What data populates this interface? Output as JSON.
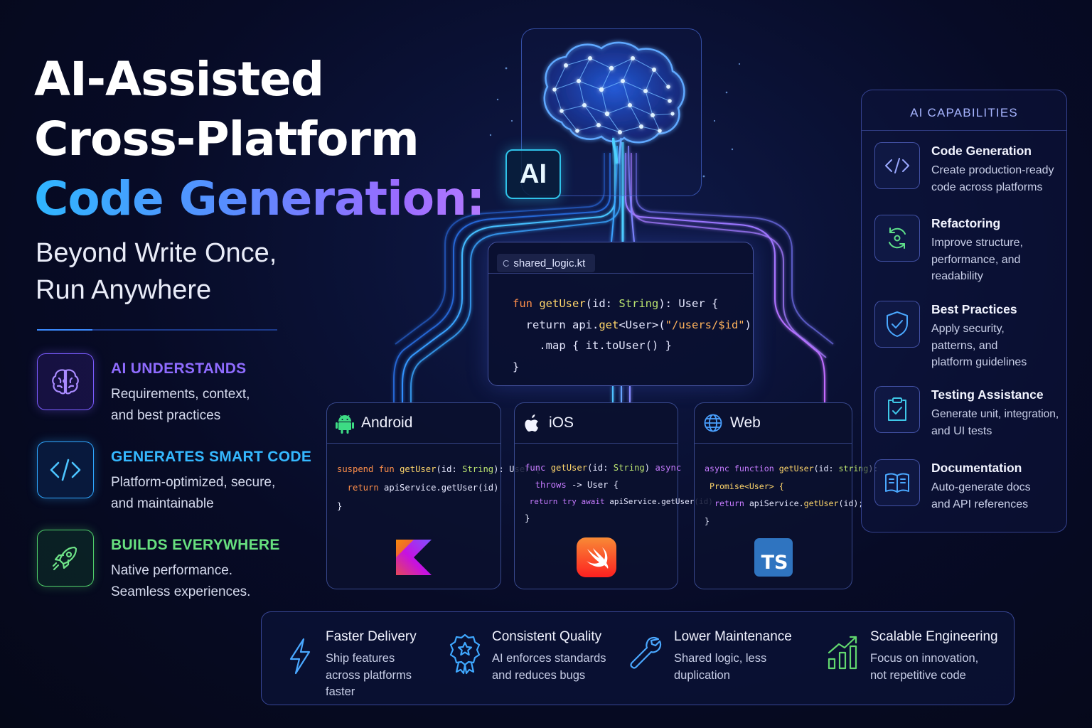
{
  "hero": {
    "title_line1": "AI-Assisted",
    "title_line2": "Cross-Platform",
    "title_line3": "Code Generation:",
    "subtitle_line1": "Beyond Write Once,",
    "subtitle_line2": "Run Anywhere"
  },
  "pillars": [
    {
      "title": "AI UNDERSTANDS",
      "line1": "Requirements, context,",
      "line2": "and best practices",
      "color": "#8f6cff",
      "icon": "brain-icon"
    },
    {
      "title": "GENERATES SMART CODE",
      "line1": "Platform-optimized, secure,",
      "line2": "and maintainable",
      "color": "#35b8ff",
      "icon": "code-icon"
    },
    {
      "title": "BUILDS EVERYWHERE",
      "line1": "Native performance.",
      "line2": "Seamless experiences.",
      "color": "#67e07f",
      "icon": "rocket-icon"
    }
  ],
  "ai_badge": "AI",
  "shared": {
    "filename": "shared_logic.kt",
    "tab_glyph": "C",
    "code": {
      "l1_kw": "fun ",
      "l1_fn": "getUser",
      "l1_a": "(id: ",
      "l1_ty": "String",
      "l1_b": "): User {",
      "l2_a": "  return api.",
      "l2_fn": "get",
      "l2_b": "<User>(",
      "l2_str": "\"/users/$id\"",
      "l2_c": ")",
      "l3": "    .map { it.toUser() }",
      "l4": "}"
    }
  },
  "platforms": {
    "android": {
      "name": "Android",
      "icon": "android-icon",
      "logo": "kotlin-logo",
      "l1_kw": "suspend fun ",
      "l1_fn": "getUser",
      "l1_a": "(id: ",
      "l1_ty": "String",
      "l1_b": "): User {",
      "l2_kw": "  return ",
      "l2_a": "apiService.getUser(id)",
      "l3": "}"
    },
    "ios": {
      "name": "iOS",
      "icon": "apple-icon",
      "logo": "swift-logo",
      "l1_kw": "func ",
      "l1_fn": "getUser",
      "l1_a": "(id: ",
      "l1_ty": "String",
      "l1_b": ") ",
      "l1_kw2": "async",
      "l2_kw": "  throws",
      "l2_a": " -> User {",
      "l3_kw": " return try await ",
      "l3_a": "apiService.getUser(id)",
      "l4": "}"
    },
    "web": {
      "name": "Web",
      "icon": "globe-icon",
      "logo": "typescript-logo",
      "logo_text": "TS",
      "l1_kw": "async function ",
      "l1_fn": "getUser",
      "l1_a": "(id: ",
      "l1_ty": "string",
      "l1_b": "):",
      "l2_a": " Promise<User> {",
      "l3_kw": "  return ",
      "l3_a": "apiService.",
      "l3_fn": "getUser",
      "l3_b": "(id);",
      "l4": "}"
    }
  },
  "capabilities": {
    "heading": "AI CAPABILITIES",
    "items": [
      {
        "title": "Code Generation",
        "lines": [
          "Create production-ready",
          "code across platforms"
        ],
        "icon": "code-icon"
      },
      {
        "title": "Refactoring",
        "lines": [
          "Improve structure,",
          "performance, and",
          "readability"
        ],
        "icon": "refresh-icon"
      },
      {
        "title": "Best Practices",
        "lines": [
          "Apply security,",
          "patterns, and",
          "platform guidelines"
        ],
        "icon": "shield-check-icon"
      },
      {
        "title": "Testing Assistance",
        "lines": [
          "Generate unit, integration,",
          "and UI tests"
        ],
        "icon": "checklist-icon"
      },
      {
        "title": "Documentation",
        "lines": [
          "Auto-generate docs",
          "and API references"
        ],
        "icon": "book-icon"
      }
    ]
  },
  "benefits": [
    {
      "title": "Faster Delivery",
      "lines": [
        "Ship features",
        "across platforms",
        "faster"
      ],
      "icon": "lightning-icon",
      "color": "#4aa8ff"
    },
    {
      "title": "Consistent Quality",
      "lines": [
        "AI enforces standards",
        "and reduces bugs"
      ],
      "icon": "award-badge-icon",
      "color": "#3fa8ff"
    },
    {
      "title": "Lower Maintenance",
      "lines": [
        "Shared logic, less",
        "duplication"
      ],
      "icon": "wrench-icon",
      "color": "#4aa8ff"
    },
    {
      "title": "Scalable Engineering",
      "lines": [
        "Focus on innovation,",
        "not repetitive code"
      ],
      "icon": "growth-chart-icon",
      "color": "#62d86f"
    }
  ]
}
